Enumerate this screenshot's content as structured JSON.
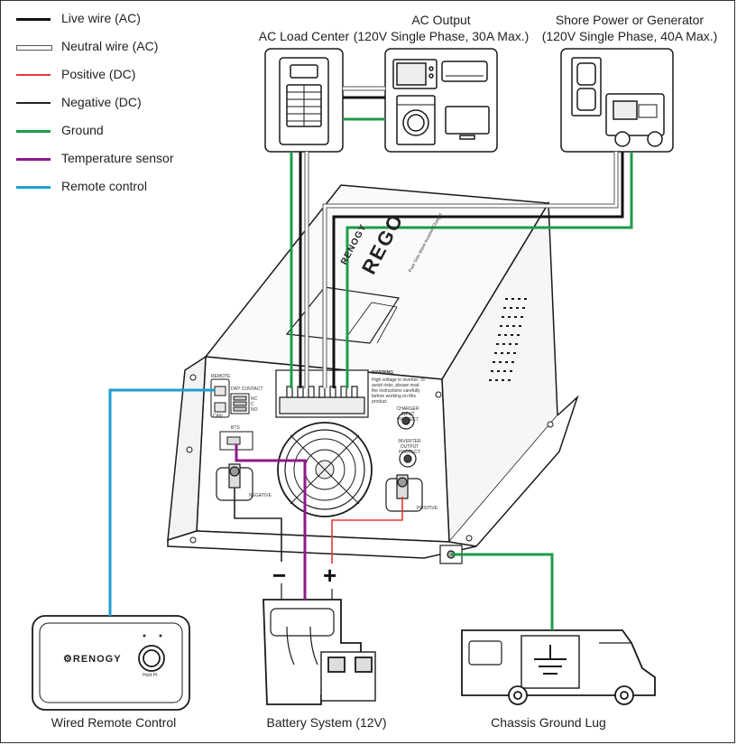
{
  "legend": [
    {
      "label": "Live wire (AC)",
      "color": "#111111",
      "style": "thick"
    },
    {
      "label": "Neutral wire (AC)",
      "color": "#9a9a9a",
      "style": "double"
    },
    {
      "label": "Positive (DC)",
      "color": "#e53935",
      "style": "thin"
    },
    {
      "label": "Negative (DC)",
      "color": "#222222",
      "style": "thin"
    },
    {
      "label": "Ground",
      "color": "#1e9b48",
      "style": "thick"
    },
    {
      "label": "Temperature sensor",
      "color": "#8e1a8a",
      "style": "thick"
    },
    {
      "label": "Remote control",
      "color": "#1e9fd3",
      "style": "thick"
    }
  ],
  "components": {
    "ac_load_center": "AC Load Center",
    "ac_output_title": "AC Output",
    "ac_output_spec": "(120V Single Phase, 30A Max.)",
    "shore_title": "Shore Power or Generator",
    "shore_spec": "(120V Single Phase, 40A Max.)",
    "wired_remote": "Wired Remote Control",
    "battery": "Battery System (12V)",
    "chassis": "Chassis Ground Lug"
  },
  "polarity": {
    "negative": "−",
    "positive": "+"
  },
  "inverter": {
    "brand": "RENOGY",
    "model": "REGO",
    "subtitle": "Pure Sine Wave Inverter Charger",
    "warning_title": "WARNING",
    "warning_text": "High voltage in inverter. To avoid risks, please read the instructions carefully before working on this product.",
    "remote_port": "REMOTE",
    "can_port": "CAN",
    "dry_contact": "DRY CONTACT",
    "contact_nc": "NC",
    "contact_c": "C",
    "contact_no": "NO",
    "bts": "BTS",
    "charger_protect": "CHARGER INPUT PROTECT",
    "inverter_protect": "INVERTER OUTPUT PROTECT",
    "neg_terminal": "NEGATIVE",
    "pos_terminal": "POSITIVE"
  },
  "remote": {
    "brand": "RENOGY",
    "button_label": "Hold Pt"
  },
  "colors": {
    "live": "#111111",
    "neutral": "#9a9a9a",
    "positive": "#e53935",
    "negative": "#222222",
    "ground": "#1e9b48",
    "temperature": "#8e1a8a",
    "remote": "#1e9fd3",
    "outline": "#1a1a1a"
  }
}
